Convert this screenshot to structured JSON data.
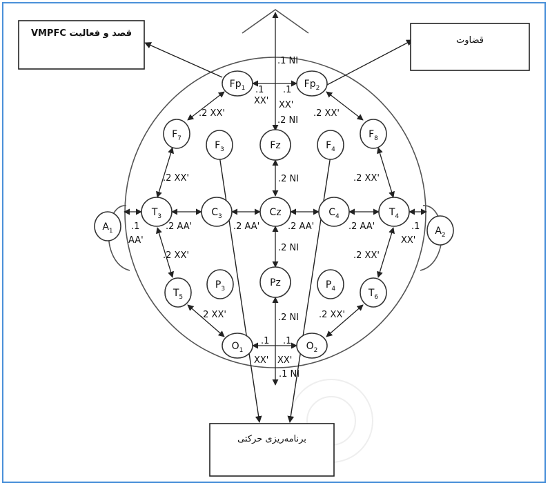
{
  "boxes": {
    "top_left": "قصد و فعالیت VMPFC",
    "top_right": "قضاوت",
    "bottom": "برنامه‌ریزی حرکتی"
  },
  "electrodes": {
    "Fp1": {
      "base": "Fp",
      "sub": "1"
    },
    "Fp2": {
      "base": "Fp",
      "sub": "2"
    },
    "F7": {
      "base": "F",
      "sub": "7"
    },
    "F3": {
      "base": "F",
      "sub": "3"
    },
    "Fz": {
      "base": "Fz",
      "sub": ""
    },
    "F4": {
      "base": "F",
      "sub": "4"
    },
    "F8": {
      "base": "F",
      "sub": "8"
    },
    "A1": {
      "base": "A",
      "sub": "1"
    },
    "T3": {
      "base": "T",
      "sub": "3"
    },
    "C3": {
      "base": "C",
      "sub": "3"
    },
    "Cz": {
      "base": "Cz",
      "sub": ""
    },
    "C4": {
      "base": "C",
      "sub": "4"
    },
    "T4": {
      "base": "T",
      "sub": "4"
    },
    "A2": {
      "base": "A",
      "sub": "2"
    },
    "T5": {
      "base": "T",
      "sub": "5"
    },
    "P3": {
      "base": "P",
      "sub": "3"
    },
    "Pz": {
      "base": "Pz",
      "sub": ""
    },
    "P4": {
      "base": "P",
      "sub": "4"
    },
    "T6": {
      "base": "T",
      "sub": "6"
    },
    "O1": {
      "base": "O",
      "sub": "1"
    },
    "O2": {
      "base": "O",
      "sub": "2"
    }
  },
  "distance_labels": {
    "nasion": ".1 NI",
    "fp_left_a": ".1",
    "fp_left_b": "XX'",
    "fp_right_a": ".1",
    "fp_right_b": "XX'",
    "fp_fz": ".2 NI",
    "fp1_f7": ".2 XX'",
    "fp2_f8": ".2 XX'",
    "f7_t3": ".2 XX'",
    "f8_t4": ".2 XX'",
    "fz_cz": ".2 NI",
    "a1_t3_a": ".1",
    "a1_t3_b": "AA'",
    "t3_c3": ".2 AA'",
    "c3_cz": ".2 AA'",
    "cz_c4": ".2 AA'",
    "c4_t4": ".2 AA'",
    "t4_a2_a": ".1",
    "t4_a2_b": "XX'",
    "cz_pz": ".2 NI",
    "t3_t5": ".2 XX'",
    "t4_t6": ".2 XX'",
    "pz_o": ".2 NI",
    "t5_o1": ".2 XX'",
    "t6_o2": ".2 XX'",
    "o1_a": ".1",
    "o1_b": "XX'",
    "o2_a": ".1",
    "o2_b": "XX'",
    "inion": ".1 NI"
  },
  "colors": {
    "frame_border": "#4a90d9",
    "stroke": "#333333"
  }
}
